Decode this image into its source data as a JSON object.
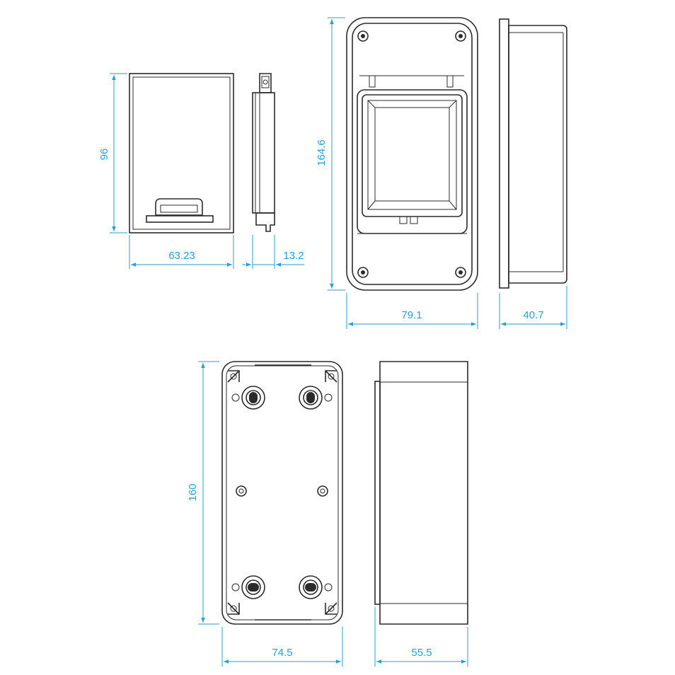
{
  "dimensions": {
    "cover_height": "96",
    "cover_width": "63.23",
    "cover_depth": "13.2",
    "front_height": "164.6",
    "front_width": "79.1",
    "side_depth": "40.7",
    "back_height": "160",
    "back_width": "74.5",
    "back_side_depth": "55.5"
  },
  "colors": {
    "line": "#2b2b2b",
    "dimension": "#2a9fd6"
  }
}
